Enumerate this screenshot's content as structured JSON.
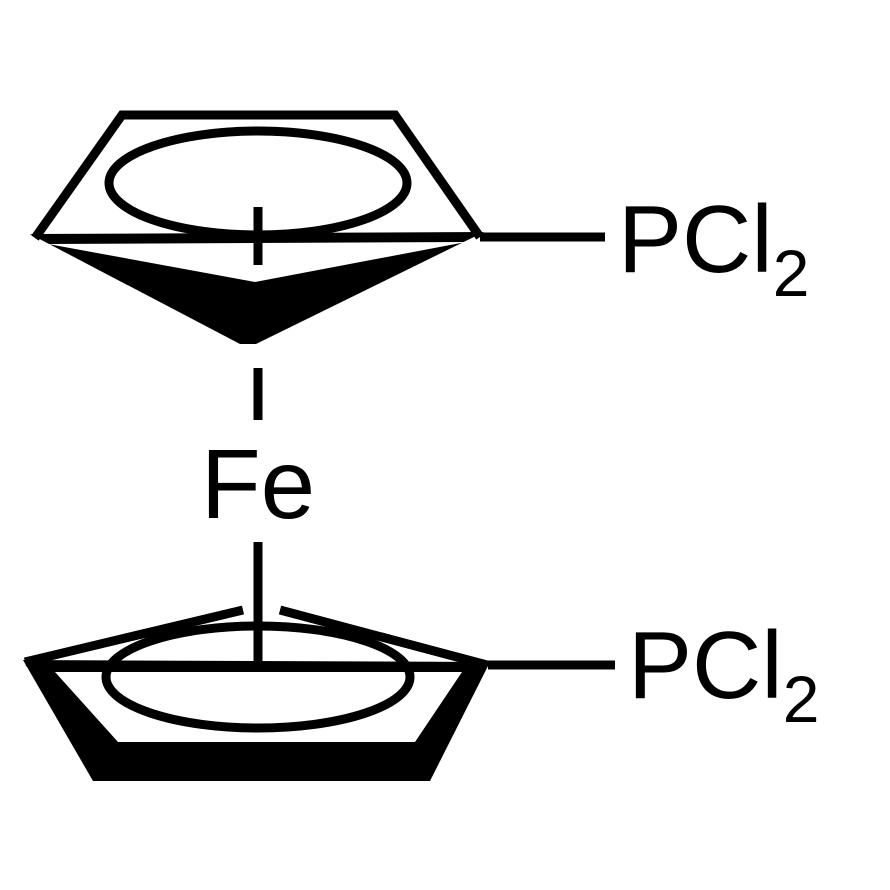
{
  "molecule": {
    "metal_center": "Fe",
    "substituent_top": {
      "main": "PCl",
      "subscript": "2"
    },
    "substituent_bottom": {
      "main": "PCl",
      "subscript": "2"
    }
  },
  "colors": {
    "ink": "#000000",
    "background": "#ffffff"
  }
}
